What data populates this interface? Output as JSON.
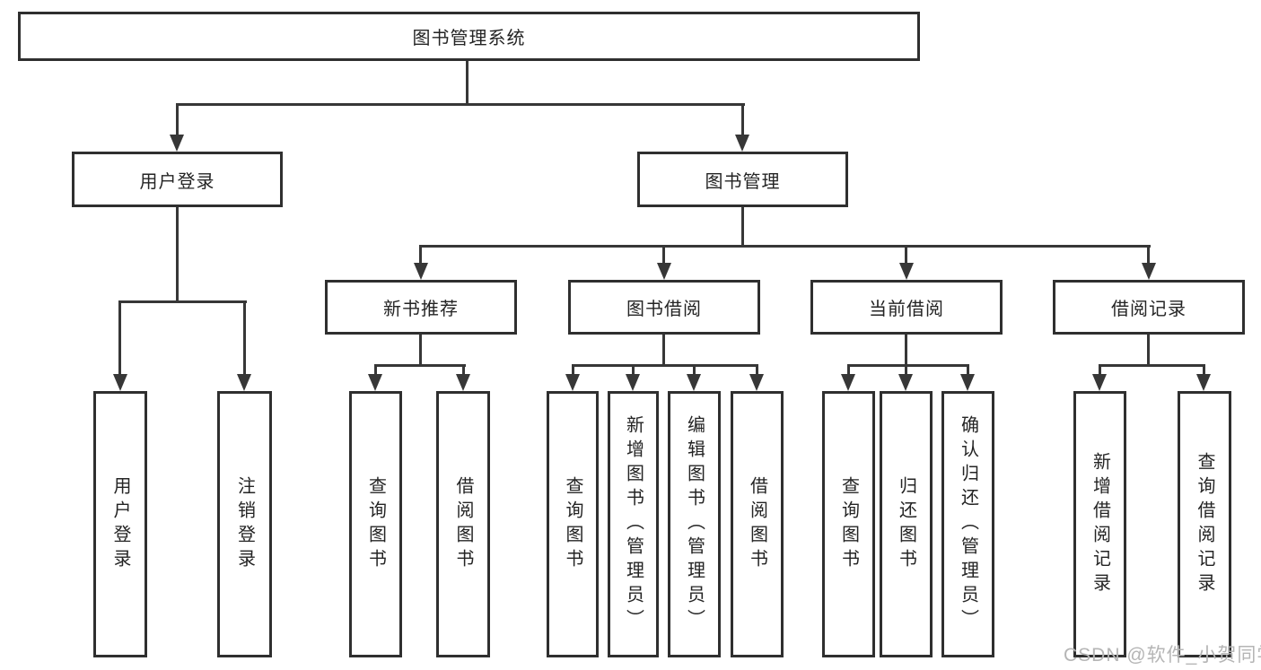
{
  "diagram": {
    "root": "图书管理系统",
    "branches": [
      {
        "label": "用户登录",
        "children": [
          {
            "label": "用户登录"
          },
          {
            "label": "注销登录"
          }
        ]
      },
      {
        "label": "图书管理",
        "children": [
          {
            "label": "新书推荐",
            "children": [
              {
                "label": "查询图书"
              },
              {
                "label": "借阅图书"
              }
            ]
          },
          {
            "label": "图书借阅",
            "children": [
              {
                "label": "查询图书"
              },
              {
                "label": "新增图书（管理员）"
              },
              {
                "label": "编辑图书（管理员）"
              },
              {
                "label": "借阅图书"
              }
            ]
          },
          {
            "label": "当前借阅",
            "children": [
              {
                "label": "查询图书"
              },
              {
                "label": "归还图书"
              },
              {
                "label": "确认归还（管理员）"
              }
            ]
          },
          {
            "label": "借阅记录",
            "children": [
              {
                "label": "新增借阅记录"
              },
              {
                "label": "查询借阅记录"
              }
            ]
          }
        ]
      }
    ]
  },
  "watermark": "CSDN @软件_小贺同学",
  "colors": {
    "line": "#373737",
    "box-border": "#2f2f2f",
    "box-fill": "#ffffff",
    "text": "#242424",
    "watermark": "#b5b5b5",
    "background": "#ffffff"
  }
}
